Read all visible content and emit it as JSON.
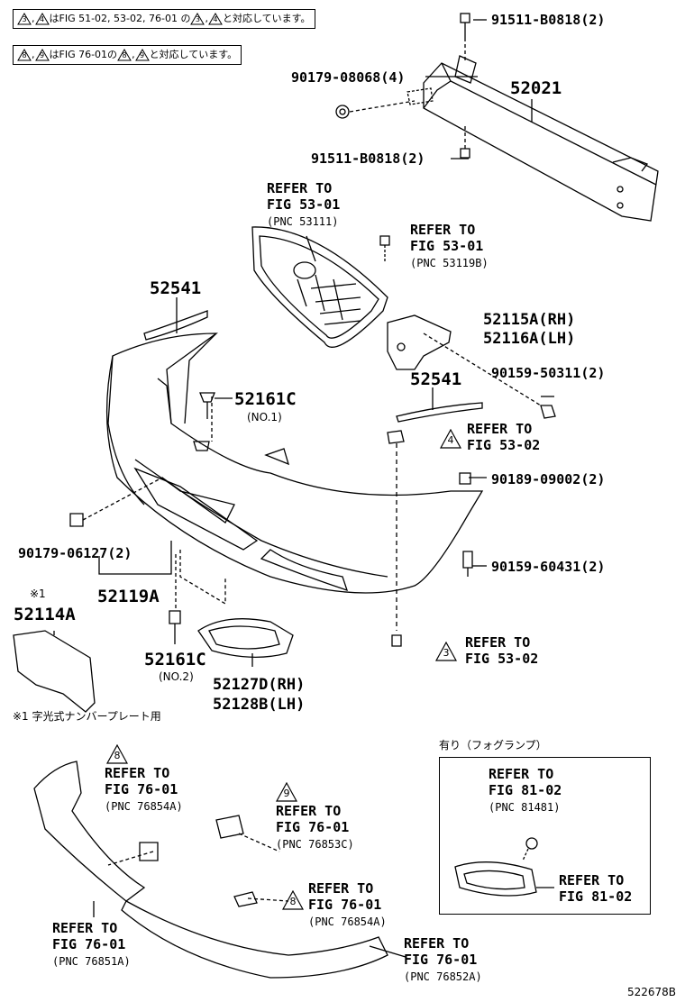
{
  "notes": [
    {
      "tri_a": "3",
      "tri_b": "4",
      "text": "はFIG 51-02, 53-02, 76-01 の",
      "tri_c": "3",
      "tri_d": "4",
      "tail": "と対応しています。"
    },
    {
      "tri_a": "8",
      "tri_b": "9",
      "text": "はFIG 76-01の",
      "tri_c": "8",
      "tri_d": "9",
      "tail": "と対応しています。"
    }
  ],
  "parts": {
    "p91511_top": "91511-B0818(2)",
    "p90179_08068": "90179-08068(4)",
    "p52021": "52021",
    "p91511_bot": "91511-B0818(2)",
    "ref_grille": {
      "l1": "REFER TO",
      "l2": "FIG 53-01",
      "l3": "(PNC 53111)"
    },
    "ref_53119b": {
      "l1": "REFER TO",
      "l2": "FIG 53-01",
      "l3": "(PNC 53119B)"
    },
    "p52541_a": "52541",
    "p52115a": "52115A(RH)",
    "p52116a": "52116A(LH)",
    "p52541_b": "52541",
    "p90159_50311": "90159-50311(2)",
    "p52161c_a": "52161C",
    "no1": "(NO.1)",
    "ref_fig5302_a": {
      "tri": "4",
      "l1": "REFER TO",
      "l2": "FIG 53-02"
    },
    "p90189_09002": "90189-09002(2)",
    "p90179_06127": "90179-06127(2)",
    "p90159_60431": "90159-60431(2)",
    "p52119a": "52119A",
    "mark1": "※1",
    "p52114a": "52114A",
    "p52161c_b": "52161C",
    "no2": "(NO.2)",
    "p52127d": "52127D(RH)",
    "p52128b": "52128B(LH)",
    "ref_fig5302_b": {
      "tri": "3",
      "l1": "REFER TO",
      "l2": "FIG 53-02"
    },
    "footnote": "※1 字光式ナンバープレート用",
    "fog_title": "有り（フォグランプ）",
    "ref_76854a_top": {
      "tri": "8",
      "l1": "REFER TO",
      "l2": "FIG 76-01",
      "l3": "(PNC 76854A)"
    },
    "ref_76853c": {
      "tri": "9",
      "l1": "REFER TO",
      "l2": "FIG 76-01",
      "l3": "(PNC 76853C)"
    },
    "ref_81481": {
      "l1": "REFER TO",
      "l2": "FIG 81-02",
      "l3": "(PNC 81481)"
    },
    "ref_fig8102": {
      "l1": "REFER TO",
      "l2": "FIG 81-02"
    },
    "ref_76854a_bot": {
      "tri": "8",
      "l1": "REFER TO",
      "l2": "FIG 76-01",
      "l3": "(PNC 76854A)"
    },
    "ref_76851a": {
      "l1": "REFER TO",
      "l2": "FIG 76-01",
      "l3": "(PNC 76851A)"
    },
    "ref_76852a": {
      "l1": "REFER TO",
      "l2": "FIG 76-01",
      "l3": "(PNC 76852A)"
    }
  },
  "figure_id": "522678B"
}
